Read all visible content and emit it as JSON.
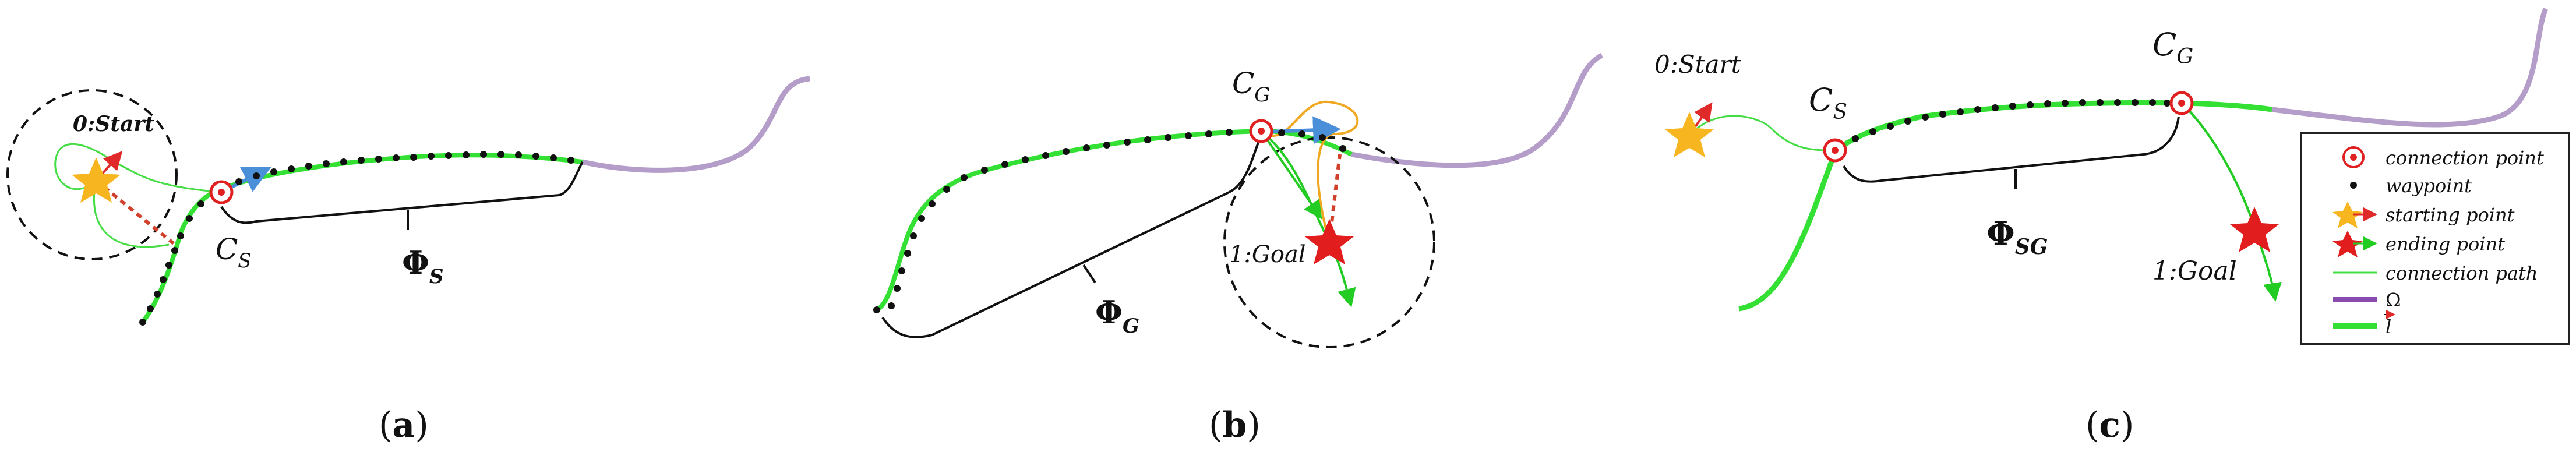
{
  "colors": {
    "omega": "#b49dc8",
    "traj": "#33e033",
    "conn": "#44dd44",
    "waypoint": "#111111",
    "connection_point": "#e02020",
    "start_star": "#f7b520",
    "goal_star": "#e21d1d",
    "dashed_red": "#d0402a",
    "arrow_red": "#e02a2a",
    "arrow_green": "#22cc22",
    "orange_loop": "#f0a820",
    "blue_seg": "#4a8fd8"
  },
  "panels": {
    "a": {
      "caption": "a",
      "start_label": "0:Start",
      "cs_main": "C",
      "cs_sub": "S",
      "phi_main": "Φ",
      "phi_sub": "S"
    },
    "b": {
      "caption": "b",
      "goal_label": "1:Goal",
      "cg_main": "C",
      "cg_sub": "G",
      "phi_main": "Φ",
      "phi_sub": "G"
    },
    "c": {
      "caption": "c",
      "start_label": "0:Start",
      "goal_label": "1:Goal",
      "cs_main": "C",
      "cs_sub": "S",
      "cg_main": "C",
      "cg_sub": "G",
      "phi_main": "Φ",
      "phi_sub": "SG"
    }
  },
  "legend": {
    "items": [
      {
        "label": "connection point",
        "icon": "connection-point-icon"
      },
      {
        "label": "waypoint",
        "icon": "waypoint-dot-icon"
      },
      {
        "label": "starting point",
        "icon": "yellow-star-icon"
      },
      {
        "label": "ending point",
        "icon": "red-star-icon"
      },
      {
        "label": "connection path",
        "icon": "thin-green-line-icon"
      },
      {
        "label": "Ω",
        "icon": "purple-line-icon"
      },
      {
        "label": "l",
        "icon": "thick-green-arrow-line-icon"
      }
    ]
  },
  "paren_open": "(",
  "paren_close": ")"
}
